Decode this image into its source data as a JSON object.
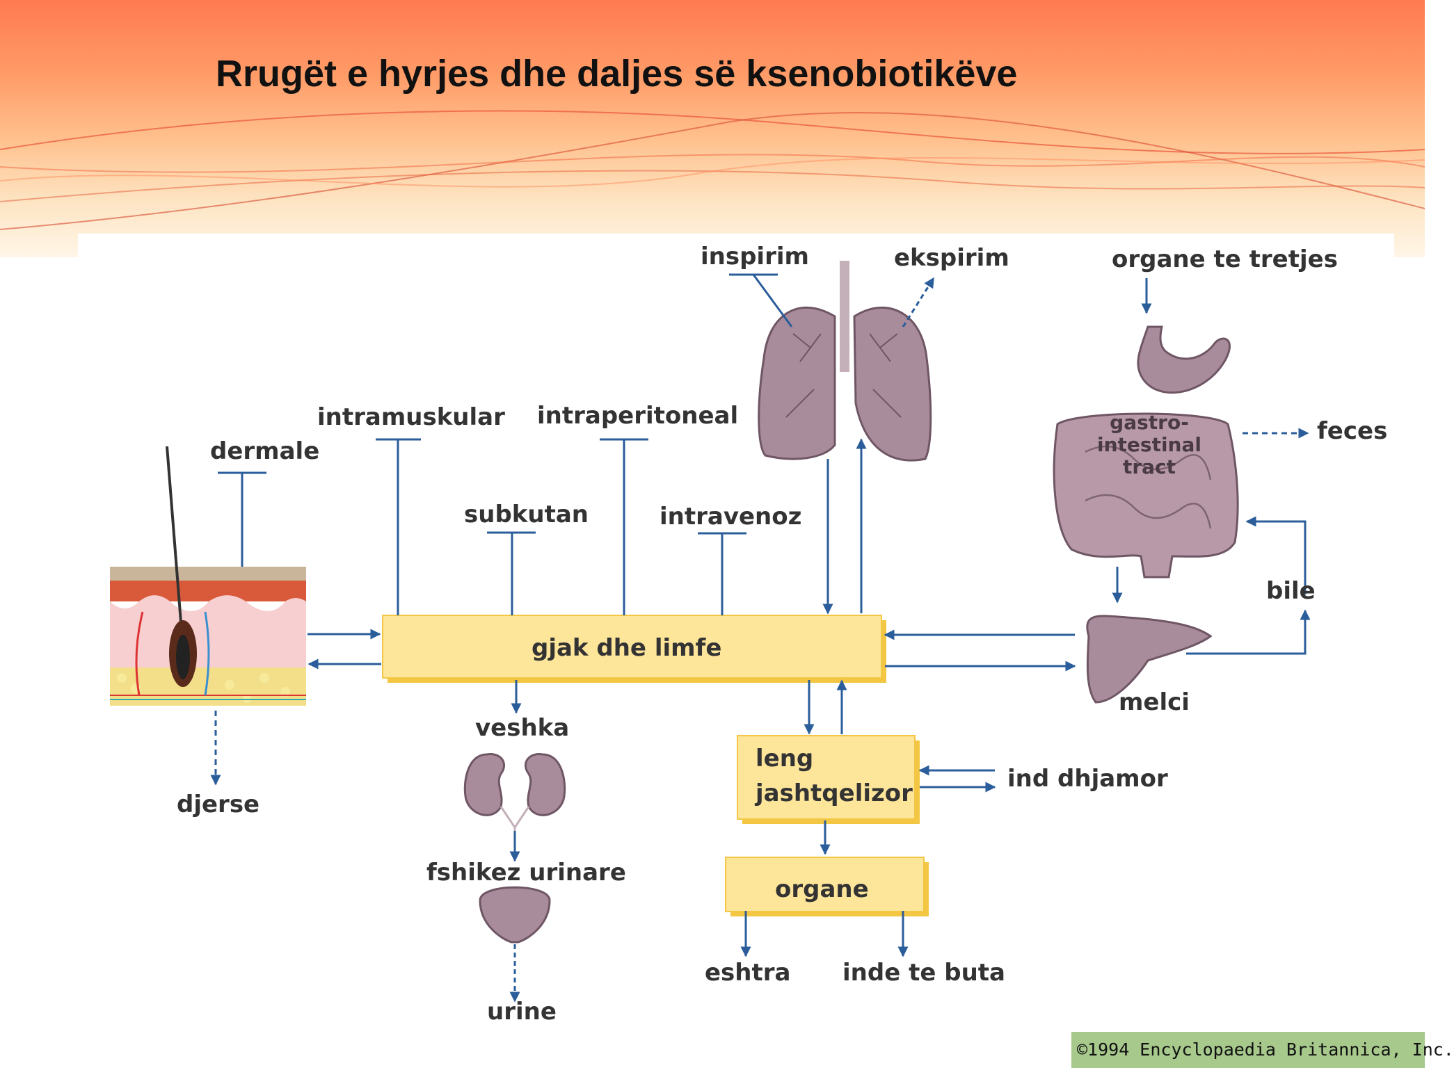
{
  "slide": {
    "title": "Rrugët e hyrjes dhe daljes së ksenobiotikëve"
  },
  "diagram": {
    "entry_routes": {
      "dermale": "dermale",
      "intramuskular": "intramuskular",
      "subkutan": "subkutan",
      "intraperitoneal": "intraperitoneal",
      "intravenoz": "intravenoz",
      "inspirim": "inspirim",
      "ekspirim": "ekspirim",
      "organe_te_tretjes": "organe te tretjes"
    },
    "boxes": {
      "gjak_dhe_limfe": "gjak dhe limfe",
      "leng_line1": "leng",
      "leng_line2": "jashtqelizor",
      "organe": "organe"
    },
    "organs": {
      "veshka": "veshka",
      "fshikez_urinare": "fshikez urinare",
      "melci": "melci",
      "gastro_line1": "gastro-",
      "gastro_line2": "intestinal",
      "gastro_line3": "tract"
    },
    "outputs": {
      "djerse": "djerse",
      "urine": "urine",
      "feces": "feces",
      "bile": "bile",
      "ind_dhjamor": "ind dhjamor",
      "eshtra": "eshtra",
      "inde_te_buta": "inde te buta"
    },
    "colors": {
      "arrow": "#2a5d9a",
      "box_fill": "#fde59a",
      "box_shadow": "#f3c744",
      "organ": "#9b7a8e"
    }
  },
  "footer": {
    "credit": "©1994 Encyclopaedia Britannica, Inc."
  }
}
